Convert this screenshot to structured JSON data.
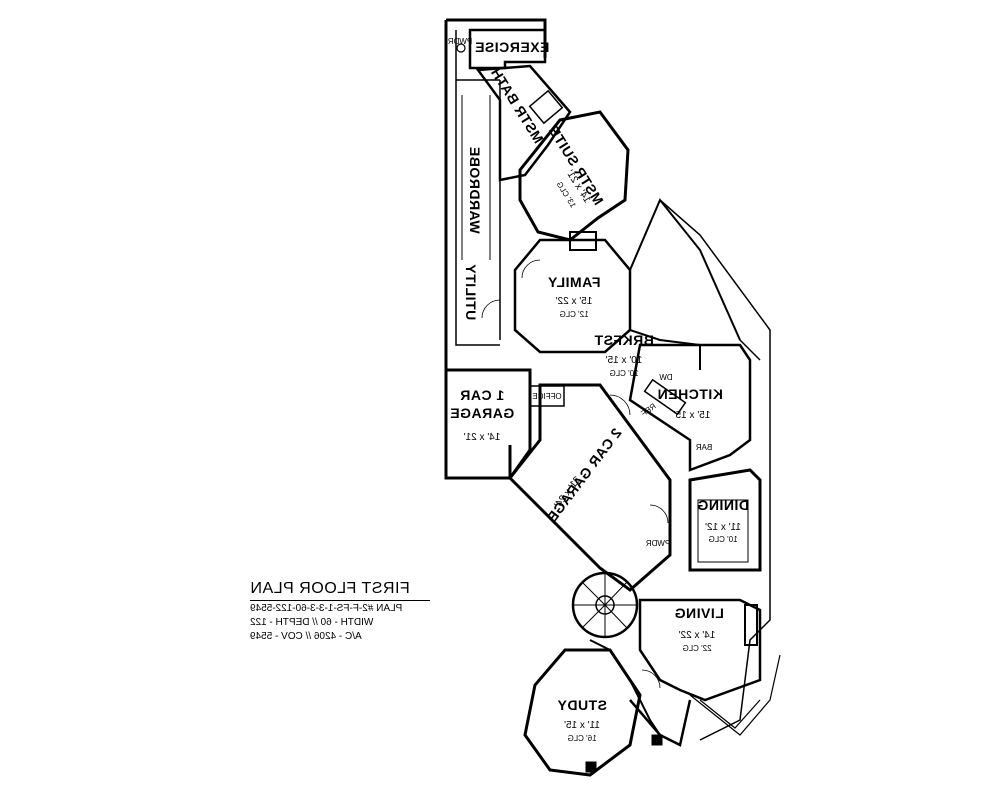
{
  "plan": {
    "title": "FIRST FLOOR PLAN",
    "lines": [
      "PLAN #2-F-FS-1-3-3-60-122-5549",
      "WIDTH - 60 // DEPTH - 122",
      "A/C - 4206 // COV - 5549"
    ]
  },
  "rooms": {
    "exercise": {
      "name": "EXERCISE"
    },
    "pwdr_top": {
      "name": "PWDR"
    },
    "mstr_bath": {
      "name": "MSTR BATH"
    },
    "wardrobe": {
      "name": "WARDROBE"
    },
    "mstr_suite": {
      "name": "MSTR SUITE",
      "dims": "14' x 21'",
      "clg": "13' CLG"
    },
    "utility": {
      "name": "UTILITY"
    },
    "family": {
      "name": "FAMILY",
      "dims": "15' x 22'",
      "clg": "12' CLG"
    },
    "brkfst": {
      "name": "BRKFST",
      "dims": "10' x 15'",
      "clg": "10' CLG"
    },
    "kitchen": {
      "name": "KITCHEN",
      "dims": "15' x 15'"
    },
    "ref": {
      "name": "REF"
    },
    "dw": {
      "name": "DW"
    },
    "bar": {
      "name": "BAR"
    },
    "office": {
      "name": "OFFICE"
    },
    "garage1": {
      "name1": "1 CAR",
      "name2": "GARAGE",
      "dims": "14' x 21'"
    },
    "garage2": {
      "name": "2 CAR GARAGE",
      "dims": "21' x 24'"
    },
    "pwdr_mid": {
      "name": "PWDR"
    },
    "dining": {
      "name": "DINING",
      "dims": "11' x 12'",
      "clg": "10' CLG"
    },
    "living": {
      "name": "LIVING",
      "dims": "14' x 22'",
      "clg": "22' CLG"
    },
    "study": {
      "name": "STUDY",
      "dims": "11' x 15'",
      "clg": "16' CLG"
    }
  }
}
